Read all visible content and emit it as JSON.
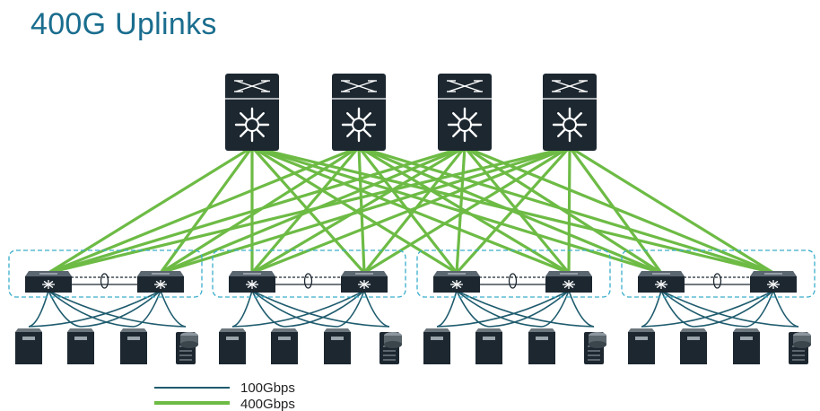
{
  "title": "400G Uplinks",
  "colors": {
    "link100": "#1f5c6e",
    "link400": "#6dbb45",
    "device": "#1c2730",
    "pod": "#3aaecb"
  },
  "spine_count": 4,
  "pods": [
    {
      "leafs": 2,
      "servers": [
        "server",
        "server",
        "server",
        "storage"
      ]
    },
    {
      "leafs": 2,
      "servers": [
        "server",
        "server",
        "server",
        "storage"
      ]
    },
    {
      "leafs": 2,
      "servers": [
        "server",
        "server",
        "server",
        "storage"
      ]
    },
    {
      "leafs": 2,
      "servers": [
        "server",
        "server",
        "server",
        "storage"
      ]
    }
  ],
  "legend": [
    {
      "label": "100Gbps",
      "color": "#1f5c6e"
    },
    {
      "label": "400Gbps",
      "color": "#6dbb45"
    }
  ]
}
